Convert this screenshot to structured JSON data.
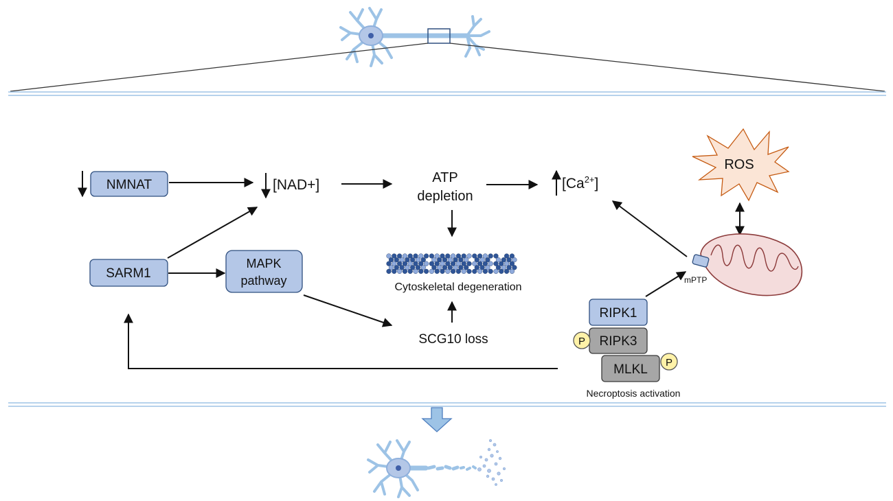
{
  "labels": {
    "nmnat": "NMNAT",
    "nad": "[NAD+]",
    "atp_line1": "ATP",
    "atp_line2": "depletion",
    "ca_main": "[Ca",
    "ca_sup": "2+",
    "ca_close": "]",
    "ros": "ROS",
    "sarm1": "SARM1",
    "mapk_line1": "MAPK",
    "mapk_line2": "pathway",
    "cytoskeletal": "Cytoskeletal degeneration",
    "scg10": "SCG10 loss",
    "mptp": "mPTP",
    "ripk1": "RIPK1",
    "ripk3": "RIPK3",
    "mlkl": "MLKL",
    "phospho": "P",
    "necroptosis": "Necroptosis activation"
  },
  "colors": {
    "protein_box_fill": "#b4c7e7",
    "kinase_box_fill": "#a6a6a6",
    "phospho_fill": "#fff2a8",
    "ros_fill": "#fbe5d6",
    "mitochondrion_fill": "#f4dcdc",
    "neuron_fill": "#b4c7e7",
    "divider_color": "#9dc3e6"
  }
}
